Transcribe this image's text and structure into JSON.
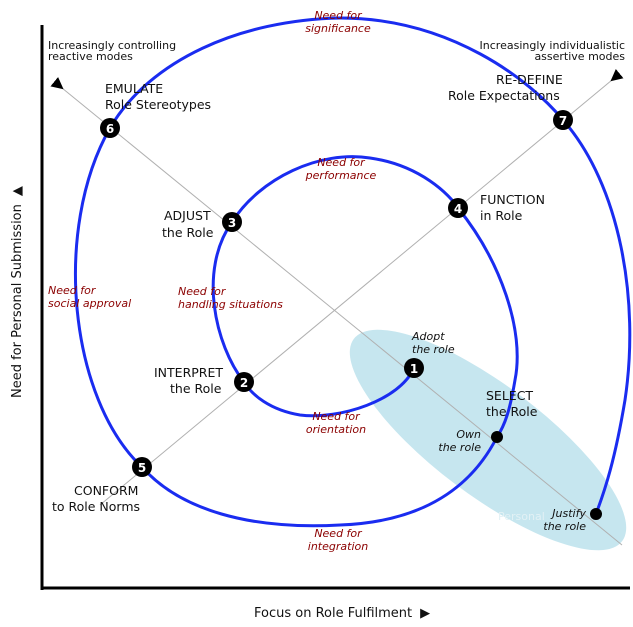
{
  "colors": {
    "spiral": "#1a2cf0",
    "needs": "#8b0000",
    "ellipse": "#c6e6ef",
    "axis": "#000000",
    "diagonal": "#b0b0b0"
  },
  "axes": {
    "x_label": "Focus on Role Fulfilment",
    "y_label": "Need for Personal Submission",
    "x_arrow": "▶",
    "y_arrow": "▲"
  },
  "corners": {
    "top_left": [
      "Increasingly controlling",
      "reactive modes"
    ],
    "top_right": [
      "Increasingly individualistic",
      "assertive modes"
    ]
  },
  "stages": [
    {
      "num": "1",
      "lines": []
    },
    {
      "num": "2",
      "lines": [
        "INTERPRET",
        "the Role"
      ]
    },
    {
      "num": "3",
      "lines": [
        "ADJUST",
        "the Role"
      ]
    },
    {
      "num": "4",
      "lines": [
        "FUNCTION",
        "in Role"
      ]
    },
    {
      "num": "5",
      "lines": [
        "CONFORM",
        "to Role Norms"
      ]
    },
    {
      "num": "6",
      "lines": [
        "EMULATE",
        "Role Stereotypes"
      ]
    },
    {
      "num": "7",
      "lines": [
        "RE-DEFINE",
        "Role Expectations"
      ]
    }
  ],
  "select": [
    "SELECT",
    "the Role"
  ],
  "points": {
    "adopt": [
      "Adopt",
      "the role"
    ],
    "own": [
      "Own",
      "the role"
    ],
    "justify": [
      "Justify",
      "the role"
    ]
  },
  "needs": {
    "significance": [
      "Need for",
      "significance"
    ],
    "performance": [
      "Need for",
      "performance"
    ],
    "handling": [
      "Need for",
      "handling situations"
    ],
    "orientation": [
      "Need for",
      "orientation"
    ],
    "social": [
      "Need for",
      "social approval"
    ],
    "integration": [
      "Need for",
      "integration"
    ]
  },
  "ellipse_watermark": "Personal"
}
